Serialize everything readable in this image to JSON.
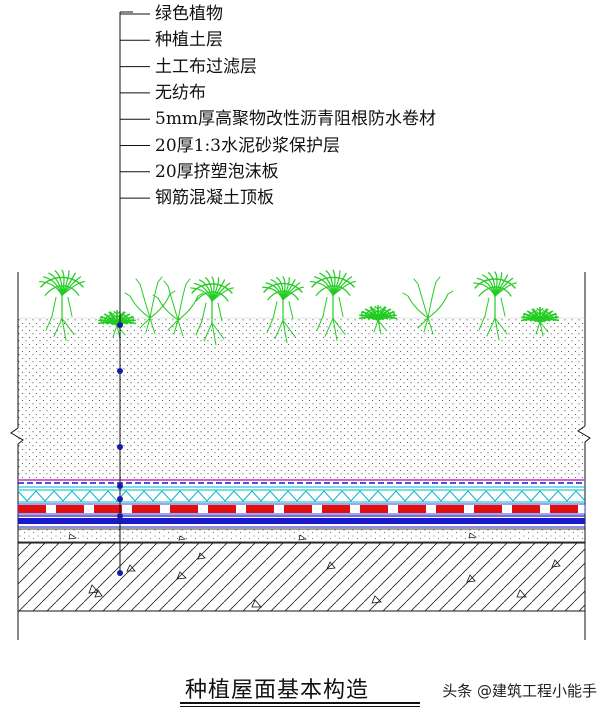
{
  "layers": [
    {
      "label": "绿色植物"
    },
    {
      "label": "种植土层"
    },
    {
      "label": "土工布过滤层"
    },
    {
      "label": "无纺布"
    },
    {
      "label": "5mm厚高聚物改性沥青阻根防水卷材"
    },
    {
      "label": "20厚1:3水泥砂浆保护层"
    },
    {
      "label": "20厚挤塑泡沫板"
    },
    {
      "label": "钢筋混凝土顶板"
    }
  ],
  "caption": "种植屋面基本构造",
  "watermark": "头条 @建筑工程小能手",
  "colors": {
    "plant": "#22cc22",
    "leader": "#111111",
    "dot": "#1a1aa8",
    "red_band": "#e01010",
    "blue_band": "#1a1acc",
    "cyan_line": "#00b8c8",
    "magenta_line": "#c030c0"
  }
}
